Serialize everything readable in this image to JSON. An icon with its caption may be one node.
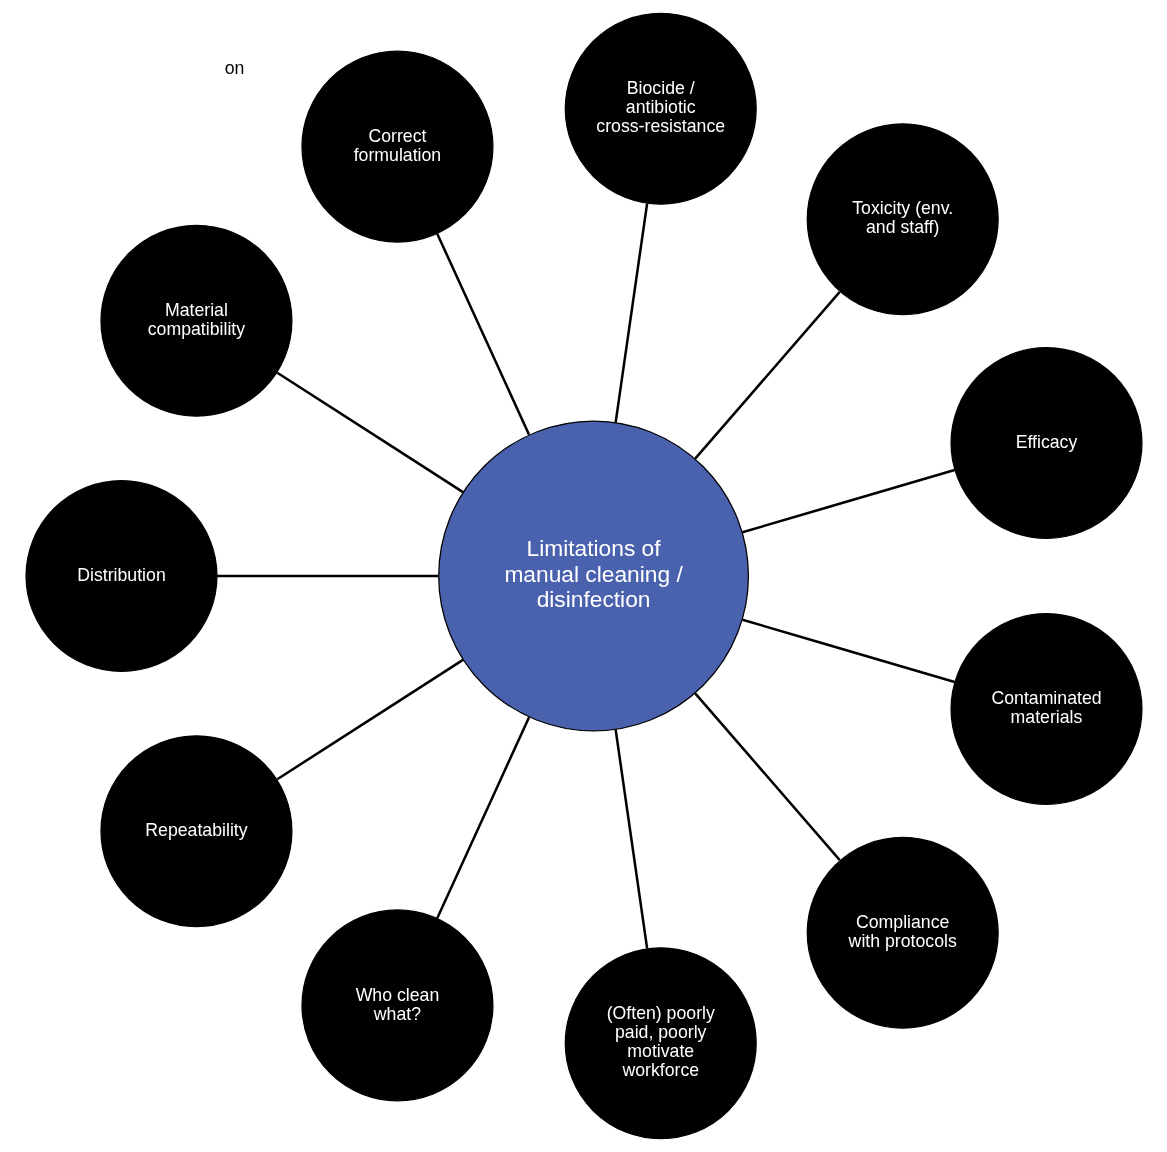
{
  "diagram": {
    "nodes": [
      {
        "text": [
          "Limitations of manual cleaning / disinfection"
        ]
      },
      {
        "text": [
          "Efficacy"
        ]
      },
      {
        "text": [
          "Toxicity (env. and staff)"
        ]
      },
      {
        "text": [
          "Biocide / antibiotic cross-resistance"
        ]
      },
      {
        "text": [
          "Correct formulation"
        ]
      },
      {
        "text": [
          "Material compatibility"
        ]
      },
      {
        "text": [
          "Distribution"
        ]
      },
      {
        "text": [
          "Repeatability"
        ]
      },
      {
        "text": [
          "Who clean what?"
        ]
      },
      {
        "text": [
          "(Often) poorly paid, poorly motivate workforce"
        ]
      },
      {
        "text": [
          "Compliance with protocols"
        ]
      },
      {
        "text": [
          "Contaminated materials"
        ]
      }
    ],
    "edges": [
      {
        "from": 0,
        "to": 1,
        "arrow": "none"
      },
      {
        "from": 0,
        "to": 2,
        "arrow": "none"
      },
      {
        "from": 0,
        "to": 3,
        "arrow": "none"
      },
      {
        "from": 0,
        "to": 4,
        "arrow": "none"
      },
      {
        "from": 0,
        "to": 5,
        "arrow": "none"
      },
      {
        "from": 0,
        "to": 6,
        "arrow": "none"
      },
      {
        "from": 0,
        "to": 7,
        "arrow": "none"
      },
      {
        "from": 0,
        "to": 8,
        "arrow": "none"
      },
      {
        "from": 0,
        "to": 9,
        "arrow": "none"
      },
      {
        "from": 0,
        "to": 10,
        "arrow": "none"
      },
      {
        "from": 0,
        "to": 11,
        "arrow": "none"
      }
    ],
    "labels": [
      "on"
    ]
  }
}
